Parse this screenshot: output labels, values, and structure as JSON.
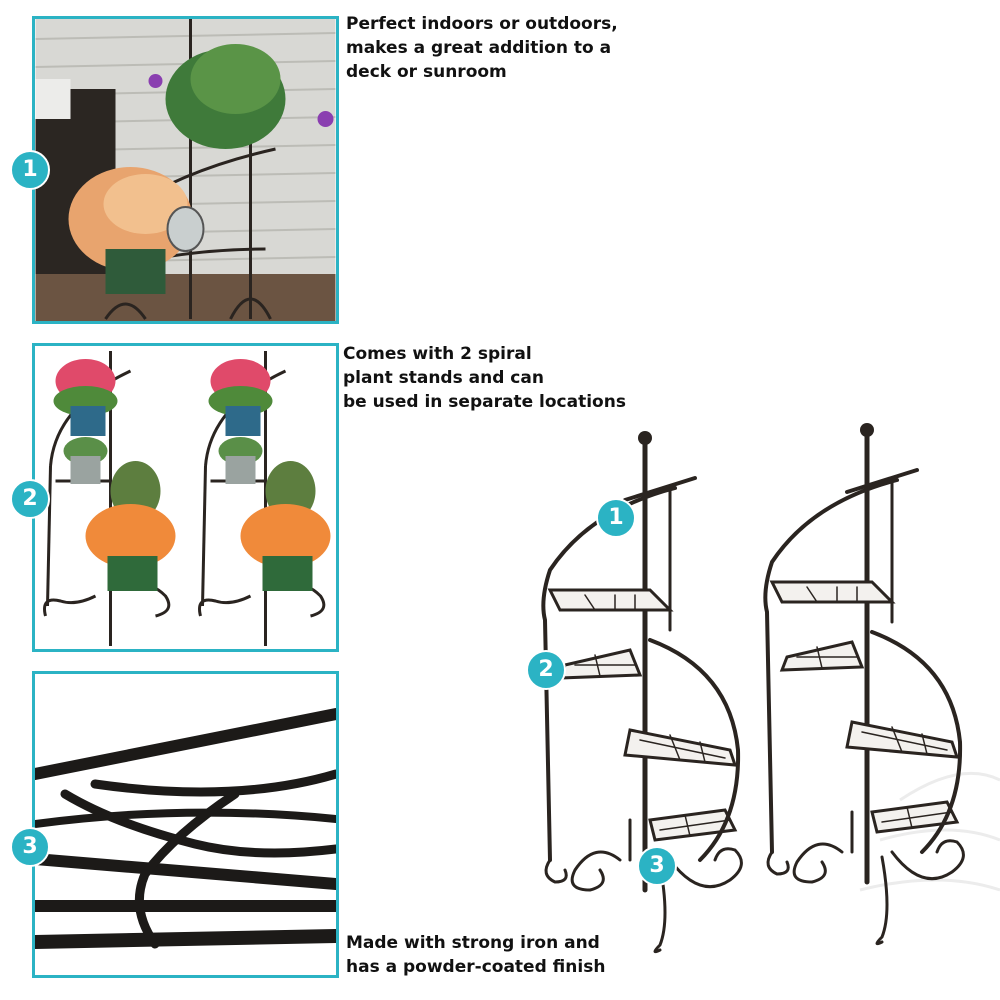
{
  "captions": {
    "indoor_outdoor": [
      "Perfect indoors or outdoors,",
      "makes a great addition to a",
      "deck or sunroom"
    ],
    "two_stands": [
      "Comes with 2 spiral",
      "plant stands and can",
      "be used in separate locations"
    ],
    "iron_finish": [
      "Made with strong iron and",
      "has a powder-coated finish"
    ]
  },
  "badges": {
    "panel_1": "1",
    "panel_2": "2",
    "panel_3": "3",
    "product_1": "1",
    "product_2": "2",
    "product_3": "3"
  },
  "colors": {
    "accent": "#2bb3c4",
    "iron": "#2a2420"
  }
}
